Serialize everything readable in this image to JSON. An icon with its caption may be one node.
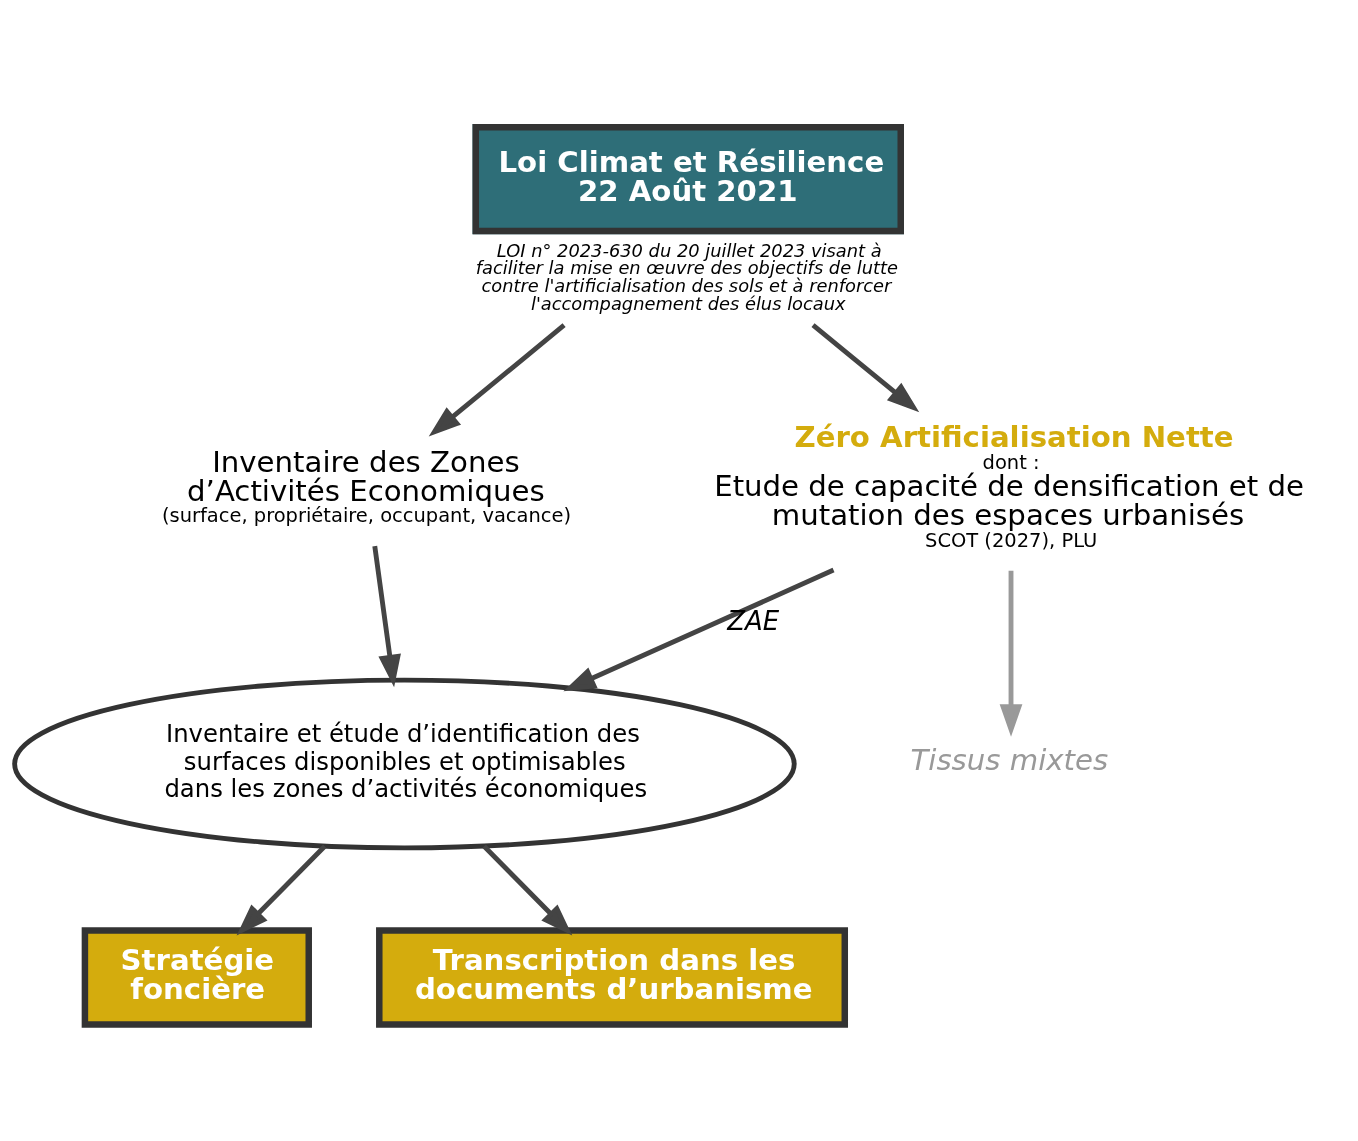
{
  "diagram": {
    "nodes": [
      {
        "text": [
          "Loi Climat et Résilience 22 Août 2021"
        ],
        "beside": [
          "LOI n° 2023-630 du 20 juillet 2023 visant à faciliter la mise en œuvre des objectifs de lutte contre l'artificialisation des sols et à renforcer l'accompagnement des élus locaux"
        ]
      },
      {
        "text": [
          "Inventaire des Zones d’Activités Economiques",
          "(surface, propriétaire, occupant, vacance)"
        ]
      },
      {
        "text": [
          "Zéro Artificialisation Nette",
          "dont :",
          "Etude de capacité de densification et de mutation des espaces urbanisés",
          "SCOT (2027), PLU"
        ]
      },
      {
        "text": [
          "Tissus mixtes"
        ]
      },
      {
        "text": [
          "Inventaire et étude d’identification des surfaces disponibles et optimisables dans les zones d’activités économiques"
        ]
      },
      {
        "text": [
          "Stratégie foncière"
        ]
      },
      {
        "text": [
          "Transcription dans les documents d’urbanisme"
        ]
      }
    ],
    "edges": [
      {
        "from": 0,
        "to": 1,
        "arrow": "to"
      },
      {
        "from": 0,
        "to": 2,
        "arrow": "to"
      },
      {
        "from": 1,
        "to": 4,
        "arrow": "to"
      },
      {
        "from": 2,
        "to": 4,
        "arrow": "to",
        "label": "ZAE"
      },
      {
        "from": 2,
        "to": 3,
        "arrow": "to",
        "color": "#999999"
      },
      {
        "from": 4,
        "to": 5,
        "arrow": "to"
      },
      {
        "from": 4,
        "to": 6,
        "arrow": "to"
      }
    ]
  }
}
